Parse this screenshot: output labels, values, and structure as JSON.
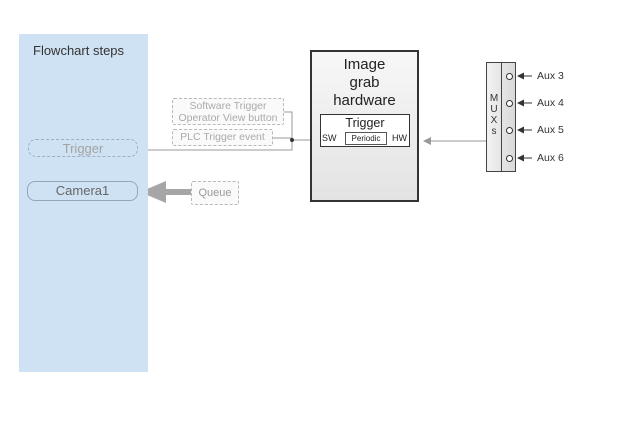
{
  "flowchart": {
    "title": "Flowchart steps",
    "steps": [
      {
        "label": "Trigger"
      },
      {
        "label": "Camera1"
      }
    ]
  },
  "sources": {
    "software_trigger_line1": "Software Trigger",
    "software_trigger_line2": "Operator View button",
    "plc_trigger": "PLC Trigger event",
    "queue": "Queue"
  },
  "hardware": {
    "title_lines": [
      "Image",
      "grab",
      "hardware"
    ],
    "trigger": {
      "title": "Trigger",
      "sw": "SW",
      "periodic": "Periodic",
      "hw": "HW"
    }
  },
  "mux": {
    "letters": [
      "M",
      "U",
      "X",
      "s"
    ],
    "ports": [
      "Aux 3",
      "Aux 4",
      "Aux 5",
      "Aux 6"
    ]
  },
  "colors": {
    "panel": "#cfe2f3",
    "wire": "#999999",
    "queue_arrow": "#a6a6a6"
  }
}
